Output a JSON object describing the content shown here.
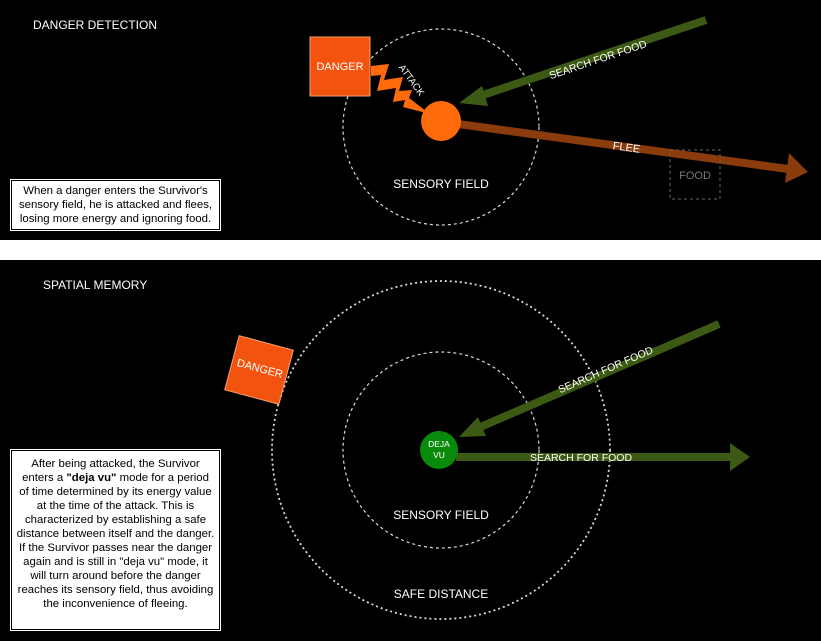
{
  "panel1": {
    "title": "DANGER DETECTION",
    "danger_label": "DANGER",
    "attack_label": "ATTACK",
    "search_label": "SEARCH FOR FOOD",
    "flee_label": "FLEE",
    "food_label": "FOOD",
    "sensory_label": "SENSORY FIELD",
    "caption": "When a danger enters the Survivor's sensory field, he is attacked and flees, losing more energy and ignoring food."
  },
  "panel2": {
    "title": "SPATIAL MEMORY",
    "danger_label": "DANGER",
    "search_label_1": "SEARCH FOR FOOD",
    "search_label_2": "SEARCH FOR FOOD",
    "deja_line1": "DEJA",
    "deja_line2": "VU",
    "sensory_label": "SENSORY FIELD",
    "safe_label": "SAFE DISTANCE",
    "caption_part1": "After being attacked, the Survivor enters a ",
    "caption_bold1": "\"deja vu\"",
    "caption_part2": " mode for a period of time determined by its energy value at the time of the attack. This is characterized by establishing a safe distance between itself and the danger. If the Survivor passes near the danger again and is still in \"deja vu\" mode, it will turn around before the danger reaches its sensory field, thus avoiding the inconvenience of fleeing."
  },
  "colors": {
    "panel_bg": "#000000",
    "danger": "#f2530f",
    "survivor": "#ff6b0a",
    "search_arrow": "#3d5a14",
    "flee_arrow": "#8a3c0c",
    "deja_vu": "#0a8a0a",
    "dashed_circle": "#d9d9d9"
  }
}
